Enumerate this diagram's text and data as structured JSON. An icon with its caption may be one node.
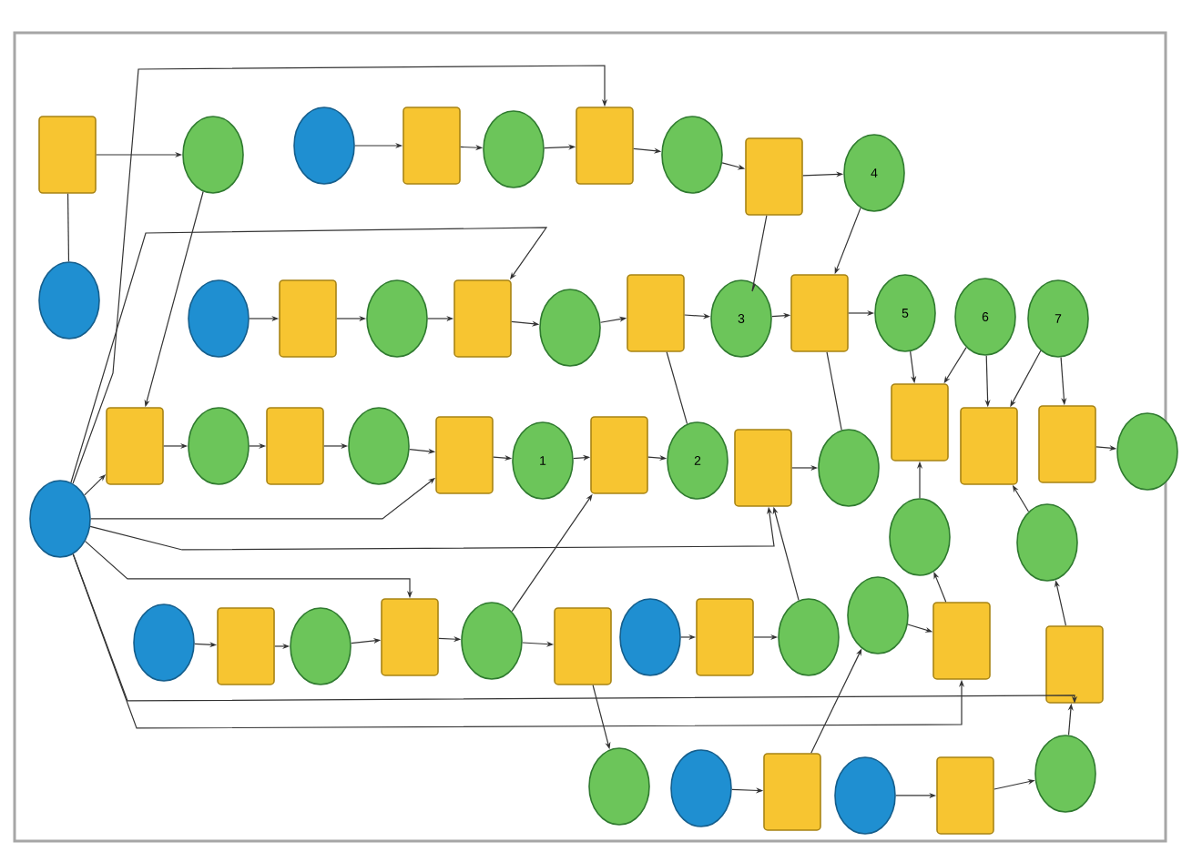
{
  "diagram": {
    "nodes": [
      {
        "text": [],
        "shape": "box"
      },
      {
        "text": [],
        "shape": "circle"
      },
      {
        "text": [],
        "shape": "circle"
      },
      {
        "text": [],
        "shape": "box"
      },
      {
        "text": [],
        "shape": "circle"
      },
      {
        "text": [],
        "shape": "box"
      },
      {
        "text": [],
        "shape": "circle"
      },
      {
        "text": [],
        "shape": "box"
      },
      {
        "text": [
          "4"
        ]
      },
      {
        "text": [],
        "shape": "circle"
      },
      {
        "text": [],
        "shape": "circle"
      },
      {
        "text": [],
        "shape": "box"
      },
      {
        "text": [],
        "shape": "circle"
      },
      {
        "text": [],
        "shape": "box"
      },
      {
        "text": [],
        "shape": "circle"
      },
      {
        "text": [],
        "shape": "box"
      },
      {
        "text": [
          "3"
        ]
      },
      {
        "text": [],
        "shape": "box"
      },
      {
        "text": [
          "5"
        ]
      },
      {
        "text": [
          "6"
        ]
      },
      {
        "text": [
          "7"
        ]
      },
      {
        "text": [],
        "shape": "circle"
      },
      {
        "text": [],
        "shape": "box"
      },
      {
        "text": [],
        "shape": "circle"
      },
      {
        "text": [],
        "shape": "box"
      },
      {
        "text": [],
        "shape": "circle"
      },
      {
        "text": [],
        "shape": "box"
      },
      {
        "text": [
          "1"
        ]
      },
      {
        "text": [],
        "shape": "box"
      },
      {
        "text": [
          "2"
        ]
      },
      {
        "text": [],
        "shape": "box"
      },
      {
        "text": [],
        "shape": "circle"
      },
      {
        "text": [],
        "shape": "box"
      },
      {
        "text": [],
        "shape": "box"
      },
      {
        "text": [],
        "shape": "box"
      },
      {
        "text": [],
        "shape": "circle"
      },
      {
        "text": [],
        "shape": "circle"
      },
      {
        "text": [],
        "shape": "circle"
      },
      {
        "text": [],
        "shape": "circle"
      },
      {
        "text": [],
        "shape": "box"
      },
      {
        "text": [],
        "shape": "circle"
      },
      {
        "text": [],
        "shape": "box"
      },
      {
        "text": [],
        "shape": "circle"
      },
      {
        "text": [],
        "shape": "box"
      },
      {
        "text": [],
        "shape": "circle"
      },
      {
        "text": [],
        "shape": "box"
      },
      {
        "text": [],
        "shape": "circle"
      },
      {
        "text": [],
        "shape": "circle"
      },
      {
        "text": [],
        "shape": "box"
      },
      {
        "text": [],
        "shape": "box"
      },
      {
        "text": [],
        "shape": "circle"
      },
      {
        "text": [],
        "shape": "circle"
      },
      {
        "text": [],
        "shape": "box"
      },
      {
        "text": [],
        "shape": "circle"
      },
      {
        "text": [],
        "shape": "box"
      },
      {
        "text": [],
        "shape": "circle"
      }
    ],
    "edges": [
      {
        "from": 0,
        "to": 1,
        "arrow": "to"
      },
      {
        "from": 9,
        "to": 0,
        "arrow": "none"
      },
      {
        "from": 2,
        "to": 3,
        "arrow": "to"
      },
      {
        "from": 3,
        "to": 4,
        "arrow": "to"
      },
      {
        "from": 4,
        "to": 5,
        "arrow": "to"
      },
      {
        "from": 5,
        "to": 6,
        "arrow": "to"
      },
      {
        "from": 6,
        "to": 7,
        "arrow": "to"
      },
      {
        "from": 7,
        "to": 8,
        "arrow": "to"
      },
      {
        "from": 21,
        "to": 5,
        "arrow": "to"
      },
      {
        "from": 1,
        "to": 22,
        "arrow": "to"
      },
      {
        "from": 21,
        "to": 13,
        "arrow": "to"
      },
      {
        "from": 10,
        "to": 11,
        "arrow": "to"
      },
      {
        "from": 11,
        "to": 12,
        "arrow": "to"
      },
      {
        "from": 12,
        "to": 13,
        "arrow": "to"
      },
      {
        "from": 13,
        "to": 14,
        "arrow": "to"
      },
      {
        "from": 14,
        "to": 15,
        "arrow": "to"
      },
      {
        "from": 15,
        "to": 16,
        "arrow": "to"
      },
      {
        "from": 7,
        "to": 16,
        "arrow": "none"
      },
      {
        "from": 8,
        "to": 17,
        "arrow": "to"
      },
      {
        "from": 16,
        "to": 17,
        "arrow": "to"
      },
      {
        "from": 17,
        "to": 18,
        "arrow": "to"
      },
      {
        "from": 18,
        "to": 32,
        "arrow": "to"
      },
      {
        "from": 19,
        "to": 32,
        "arrow": "to"
      },
      {
        "from": 19,
        "to": 33,
        "arrow": "to"
      },
      {
        "from": 20,
        "to": 33,
        "arrow": "to"
      },
      {
        "from": 20,
        "to": 34,
        "arrow": "to"
      },
      {
        "from": 34,
        "to": 35,
        "arrow": "to"
      },
      {
        "from": 15,
        "to": 29,
        "arrow": "none"
      },
      {
        "from": 17,
        "to": 31,
        "arrow": "none"
      },
      {
        "from": 21,
        "to": 22,
        "arrow": "to"
      },
      {
        "from": 22,
        "to": 23,
        "arrow": "to"
      },
      {
        "from": 23,
        "to": 24,
        "arrow": "to"
      },
      {
        "from": 24,
        "to": 25,
        "arrow": "to"
      },
      {
        "from": 25,
        "to": 26,
        "arrow": "to"
      },
      {
        "from": 26,
        "to": 27,
        "arrow": "to"
      },
      {
        "from": 27,
        "to": 28,
        "arrow": "to"
      },
      {
        "from": 28,
        "to": 29,
        "arrow": "to"
      },
      {
        "from": 21,
        "to": 26,
        "arrow": "to"
      },
      {
        "from": 21,
        "to": 30,
        "arrow": "to"
      },
      {
        "from": 30,
        "to": 31,
        "arrow": "to"
      },
      {
        "from": 36,
        "to": 32,
        "arrow": "to"
      },
      {
        "from": 37,
        "to": 33,
        "arrow": "to"
      },
      {
        "from": 21,
        "to": 41,
        "arrow": "to"
      },
      {
        "from": 38,
        "to": 39,
        "arrow": "to"
      },
      {
        "from": 39,
        "to": 40,
        "arrow": "to"
      },
      {
        "from": 40,
        "to": 41,
        "arrow": "to"
      },
      {
        "from": 41,
        "to": 42,
        "arrow": "to"
      },
      {
        "from": 42,
        "to": 28,
        "arrow": "to"
      },
      {
        "from": 42,
        "to": 43,
        "arrow": "to"
      },
      {
        "from": 43,
        "to": 50,
        "arrow": "to"
      },
      {
        "from": 21,
        "to": 49,
        "arrow": "to"
      },
      {
        "from": 21,
        "to": 48,
        "arrow": "to"
      },
      {
        "from": 44,
        "to": 45,
        "arrow": "to"
      },
      {
        "from": 45,
        "to": 46,
        "arrow": "to"
      },
      {
        "from": 46,
        "to": 30,
        "arrow": "to"
      },
      {
        "from": 47,
        "to": 48,
        "arrow": "to"
      },
      {
        "from": 48,
        "to": 36,
        "arrow": "to"
      },
      {
        "from": 49,
        "to": 37,
        "arrow": "to"
      },
      {
        "from": 51,
        "to": 52,
        "arrow": "to"
      },
      {
        "from": 52,
        "to": 47,
        "arrow": "to"
      },
      {
        "from": 53,
        "to": 54,
        "arrow": "to"
      },
      {
        "from": 54,
        "to": 55,
        "arrow": "to"
      },
      {
        "from": 55,
        "to": 49,
        "arrow": "to"
      }
    ]
  }
}
